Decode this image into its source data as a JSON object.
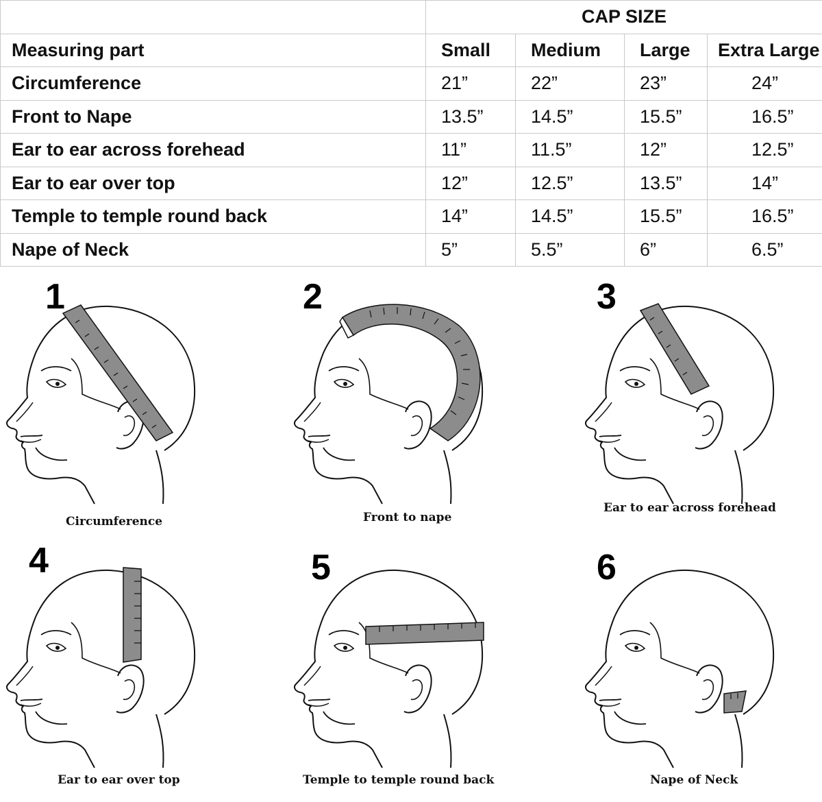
{
  "table": {
    "group_header": "CAP SIZE",
    "label_header": "Measuring part",
    "columns": [
      "Small",
      "Medium",
      "Large",
      "Extra Large"
    ],
    "rows": [
      {
        "label": "Circumference",
        "values": [
          "21”",
          "22”",
          "23”",
          "24”"
        ]
      },
      {
        "label": "Front to Nape",
        "values": [
          "13.5”",
          "14.5”",
          "15.5”",
          "16.5”"
        ]
      },
      {
        "label": "Ear to ear across forehead",
        "values": [
          "11”",
          "11.5”",
          "12”",
          "12.5”"
        ]
      },
      {
        "label": "Ear to ear over top",
        "values": [
          "12”",
          "12.5”",
          "13.5”",
          "14”"
        ]
      },
      {
        "label": "Temple to temple round back",
        "values": [
          "14”",
          "14.5”",
          "15.5”",
          "16.5”"
        ]
      },
      {
        "label": "Nape of Neck",
        "values": [
          "5”",
          "5.5”",
          "6”",
          "6.5”"
        ]
      }
    ]
  },
  "figures": [
    {
      "number": "1",
      "caption": "Circumference"
    },
    {
      "number": "2",
      "caption": "Front to nape"
    },
    {
      "number": "3",
      "caption": "Ear to ear across forehead"
    },
    {
      "number": "4",
      "caption": "Ear to ear over top"
    },
    {
      "number": "5",
      "caption": "Temple to temple round back"
    },
    {
      "number": "6",
      "caption": "Nape of Neck"
    }
  ],
  "colors": {
    "tape": "#8c8c8c",
    "line": "#111111",
    "border": "#c9c9c9"
  }
}
